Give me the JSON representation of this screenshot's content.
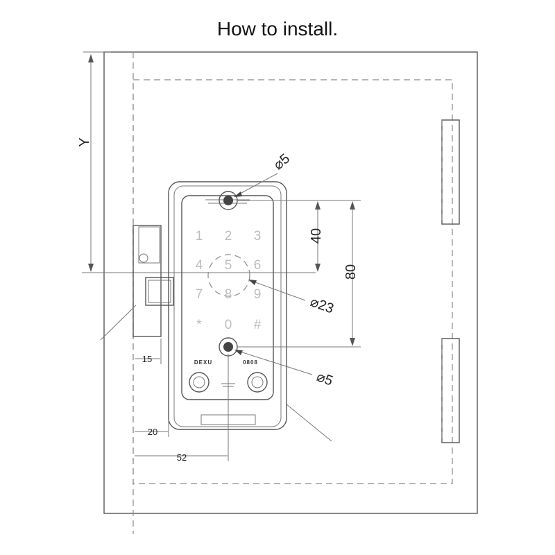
{
  "title": "How to install.",
  "dimensions": {
    "y": "Y",
    "hole_top": "⌀5",
    "height_40": "40",
    "height_80": "80",
    "hole_center": "⌀23",
    "hole_bottom": "⌀5",
    "offset_15": "15",
    "offset_20": "20",
    "offset_52": "52"
  },
  "keypad": {
    "keys": [
      "1",
      "2",
      "3",
      "4",
      "5",
      "6",
      "7",
      "8",
      "9",
      "*",
      "0",
      "#"
    ],
    "brand_left": "DEXU",
    "brand_right": "0808"
  }
}
